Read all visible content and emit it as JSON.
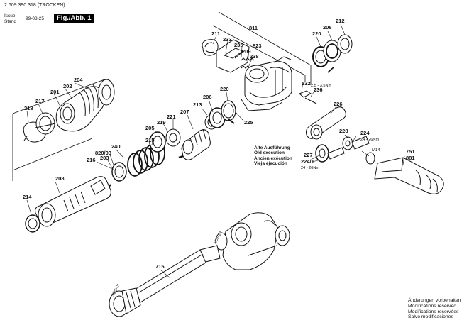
{
  "header": {
    "doc_number": "2 609 390 318 (TROCKEN)",
    "issue_label": "Issue",
    "stand_label": "Stand",
    "date": "99-03-25",
    "figure": "Fig./Abb. 1"
  },
  "legend": {
    "de": "Alte Ausführung",
    "en": "Old execution",
    "fr": "Ancien exécution",
    "es": "Vieja ejecución"
  },
  "disclaimer": {
    "de": "Änderungen vorbehalten",
    "en": "Modifications reserved",
    "fr": "Modifications reservées",
    "es": "Salvo modificaciones"
  },
  "parts": {
    "p811": "811",
    "p211": "211",
    "p233": "233",
    "p235": "235",
    "p209": "209",
    "p823": "823",
    "p238": "238",
    "p220a": "220",
    "p206a": "206",
    "p212": "212",
    "p232": "232",
    "p236": "236",
    "p226": "226",
    "p204": "204",
    "p202": "202",
    "p201": "201",
    "p217": "217",
    "p218": "218",
    "p220b": "220",
    "p206b": "206",
    "p213": "213",
    "p207": "207",
    "p221": "221",
    "p219": "219",
    "p205": "205",
    "p225": "225",
    "p215": "215",
    "p82003": "820/03",
    "p216": "216",
    "p240": "240",
    "p203": "203",
    "p208": "208",
    "p214": "214",
    "p228": "228",
    "p224": "224",
    "p227": "227",
    "p2241": "224/1",
    "p751": "751",
    "p881": "881",
    "p715": "715"
  },
  "specs": {
    "torque_232": "2.5 - 3.5Nm",
    "torque_224": "24 - 26Nm",
    "torque_2241": "24 - 26Nm",
    "thread": "M14",
    "sds_a": "SDS-DI",
    "sds_b": "SDS-DI"
  }
}
